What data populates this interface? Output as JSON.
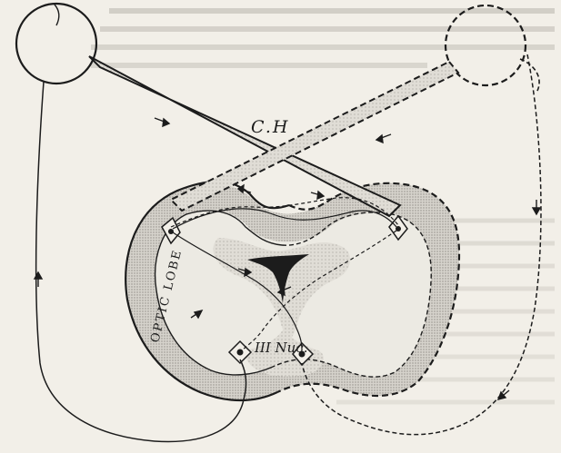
{
  "labels": {
    "chiasma": "C.H",
    "nucleus": "III Nuc.",
    "optic_lobe": "OPTIC LOBE"
  },
  "colors": {
    "paper": "#f2efe8",
    "ink": "#1c1c1c",
    "stipple": "#c9c6bf",
    "ghost_text": "#9e9a92"
  }
}
